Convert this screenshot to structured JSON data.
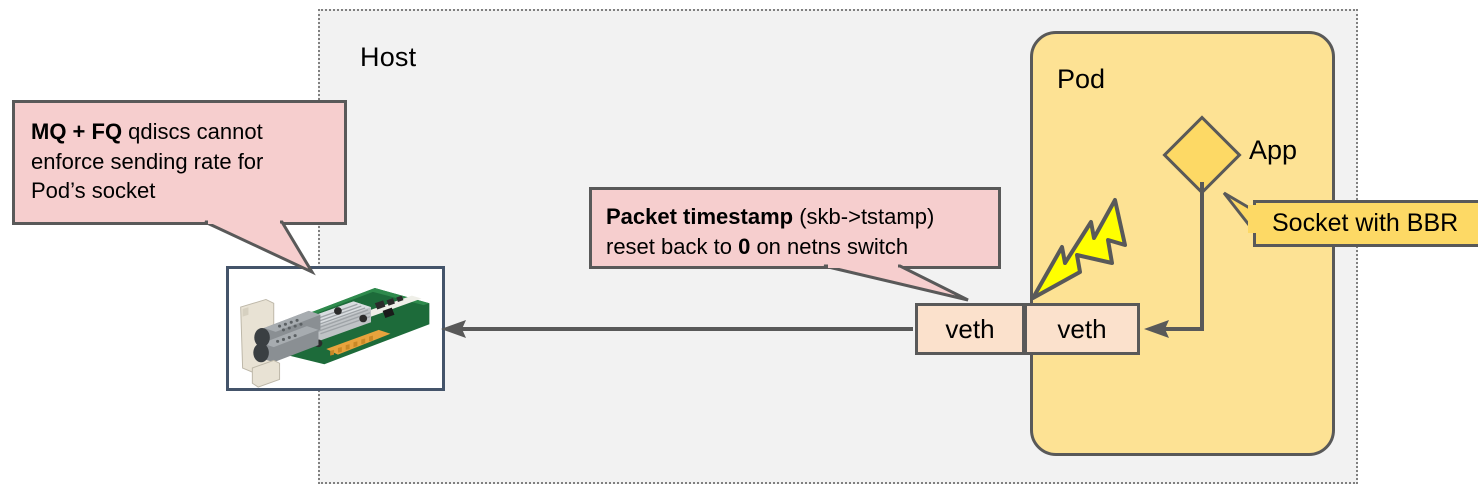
{
  "diagram": {
    "title_region": "kubernetes pod networking bbr pacing diagram",
    "host": {
      "label": "Host"
    },
    "pod": {
      "label": "Pod"
    },
    "app": {
      "label": "App",
      "shape": "diamond"
    },
    "nic": {
      "alt": "network-interface-card-photo"
    },
    "veth_pair": [
      {
        "label": "veth",
        "side": "host"
      },
      {
        "label": "veth",
        "side": "pod"
      }
    ],
    "callouts": [
      {
        "name": "mq-fq-callout",
        "style": "pink",
        "lines": [
          [
            {
              "text": "MQ + FQ",
              "bold": true
            },
            {
              "text": " qdiscs cannot",
              "bold": false
            }
          ],
          [
            {
              "text": "enforce sending rate for",
              "bold": false
            }
          ],
          [
            {
              "text": "Pod’s socket",
              "bold": false
            }
          ]
        ]
      },
      {
        "name": "packet-timestamp-callout",
        "style": "pink",
        "lines": [
          [
            {
              "text": "Packet timestamp",
              "bold": true
            },
            {
              "text": " (skb->tstamp)",
              "bold": false
            }
          ],
          [
            {
              "text": "reset back to ",
              "bold": false
            },
            {
              "text": "0",
              "bold": true
            },
            {
              "text": " on netns switch",
              "bold": false
            }
          ]
        ]
      },
      {
        "name": "socket-bbr-callout",
        "style": "yellow",
        "lines": [
          [
            {
              "text": "Socket with BBR",
              "bold": false
            }
          ]
        ]
      }
    ],
    "icons": [
      {
        "name": "lightning-bolt-icon",
        "color": "#FFFF00"
      },
      {
        "name": "packet-flow-arrow-icon",
        "direction": "left"
      },
      {
        "name": "app-to-veth-elbow-arrow-icon",
        "direction": "left"
      }
    ],
    "colors": {
      "host_fill": "#F2F2F2",
      "host_border": "#808080",
      "pod_fill": "#FDE294",
      "pod_border": "#595959",
      "veth_fill": "#FBE1CC",
      "callout_pink": "#F6CECE",
      "callout_yellow": "#FDD965",
      "nic_border": "#44546A",
      "bolt_yellow": "#FFFF00",
      "arrow_gray": "#595959"
    }
  }
}
